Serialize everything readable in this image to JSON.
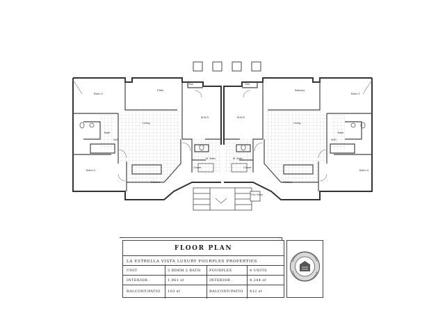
{
  "title_block": {
    "heading": "FLOOR PLAN",
    "subtitle": "LA ESTRELLA VISTA LUXURY FOURPLEX PROPERTIES",
    "rows": [
      {
        "c1": "UNIT",
        "c2": "3 BDRM 2 BATH",
        "c3": "FOURPLEX",
        "c4": "4 UNITS"
      },
      {
        "c1": "INTERIOR",
        "c2": "1,061 sf",
        "c3": "INTERIOR",
        "c4": "4,244 sf"
      },
      {
        "c1": "BALCONY/PATIO",
        "c2": "103 sf",
        "c3": "BALCONY/PATIO",
        "c4": "412 sf"
      }
    ]
  },
  "seal": {
    "ring_text": "LA ESTRELLA VISTA"
  },
  "rooms": {
    "bdrm2_left": "Bdrm 2",
    "patio": "Patio",
    "stor_left": "Stor",
    "stor_right": "Stor",
    "balcony": "Balcony",
    "bdrm2_right": "Bdrm 2",
    "mbr_left": "M.B.R",
    "mbr_right": "M.B.R",
    "living_left": "Living",
    "living_right": "Living",
    "bath_left": "Bath",
    "bath_right": "Bath",
    "wd_left": "W/D",
    "wd_right": "W/D",
    "m_bath_left": "M. Bath",
    "m_bath_right": "M. Bath",
    "closet_left": "Closet",
    "closet_right": "Closet",
    "bdrm3_left": "Bdrm 3",
    "bdrm3_right": "Bdrm 3",
    "kitchen_left": "Kitchen",
    "kitchen_right": "Kitchen",
    "fire_riser": "Fire Riser"
  },
  "colors": {
    "line": "#333333",
    "tile": "#bbbbbb"
  }
}
